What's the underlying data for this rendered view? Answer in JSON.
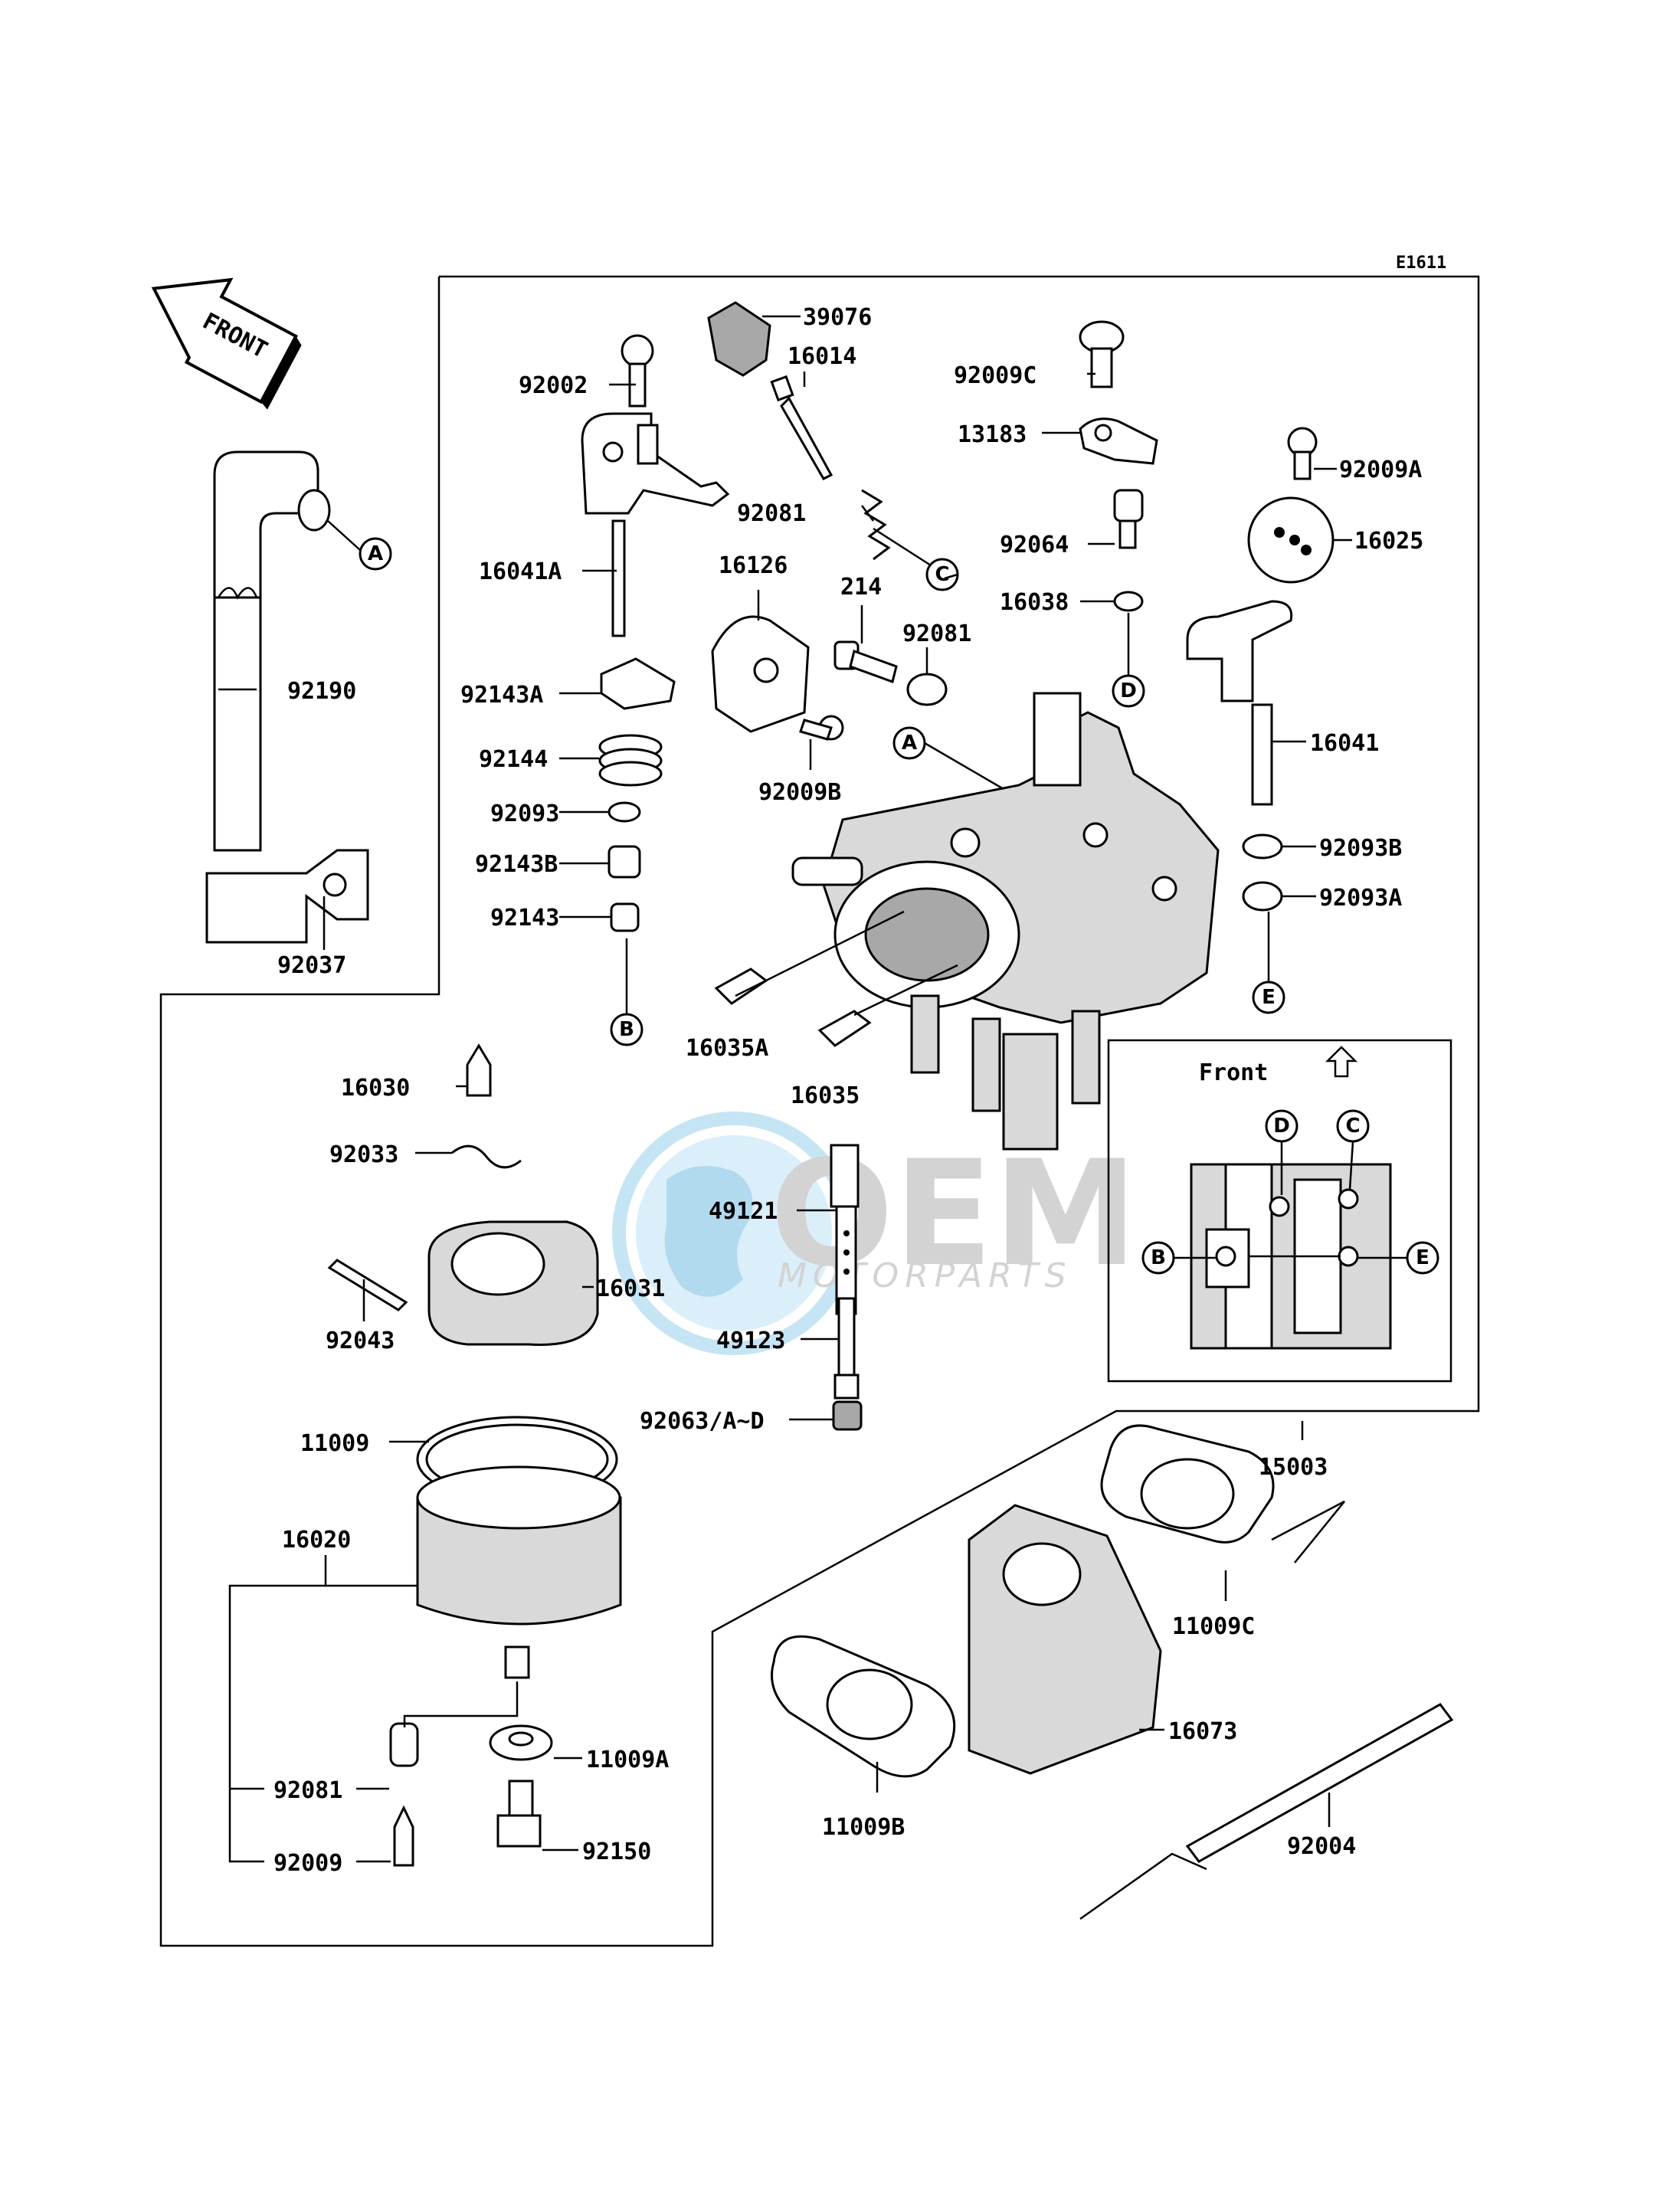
{
  "diagram_code": "E1611",
  "front_arrow_label": "FRONT",
  "inset": {
    "title": "Front"
  },
  "callouts": [
    "A",
    "B",
    "C",
    "D",
    "E"
  ],
  "parts": {
    "p39076": "39076",
    "p16014": "16014",
    "p92002": "92002",
    "p92009C": "92009C",
    "p13183": "13183",
    "p92009A": "92009A",
    "p92081a": "92081",
    "p92064": "92064",
    "p16025": "16025",
    "p16041A": "16041A",
    "p16126": "16126",
    "p214": "214",
    "p16038": "16038",
    "p92081b": "92081",
    "p92190": "92190",
    "p92143A": "92143A",
    "p16041": "16041",
    "p92144": "92144",
    "p92009B": "92009B",
    "p92093": "92093",
    "p92093B": "92093B",
    "p92143B": "92143B",
    "p92093A": "92093A",
    "p92143": "92143",
    "p92037": "92037",
    "p16035A": "16035A",
    "p16030": "16030",
    "p16035": "16035",
    "p92033": "92033",
    "p49121": "49121",
    "p16031": "16031",
    "p92043": "92043",
    "p49123": "49123",
    "p92063": "92063/A~D",
    "p11009": "11009",
    "p15003": "15003",
    "p16020": "16020",
    "p11009C": "11009C",
    "p16073": "16073",
    "p92081c": "92081",
    "p11009A": "11009A",
    "p11009B": "11009B",
    "p92004": "92004",
    "p92009": "92009",
    "p92150": "92150"
  },
  "watermark": {
    "brand": "OEM",
    "sub": "MOTORPARTS"
  }
}
